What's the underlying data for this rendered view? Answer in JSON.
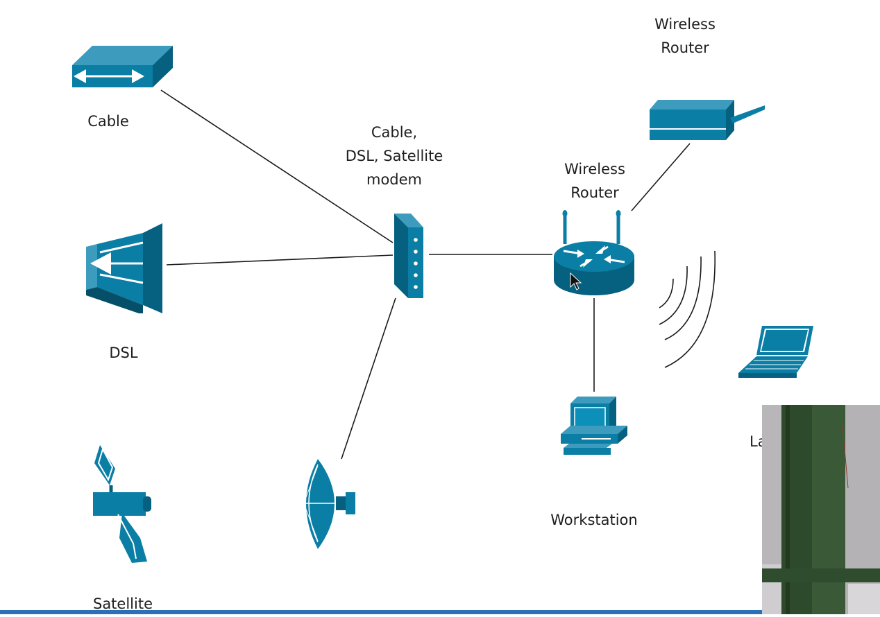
{
  "labels": {
    "cable": "Cable",
    "dsl": "DSL",
    "satellite": "Satellite",
    "modem": [
      "Cable,",
      "DSL, Satellite",
      "modem"
    ],
    "wireless_router_top": [
      "Wireless",
      "Router"
    ],
    "wireless_router_center": [
      "Wireless",
      "Router"
    ],
    "workstation": "Workstation",
    "laptop_partial": "La"
  },
  "colors": {
    "device": "#0a7ea5",
    "device_dark": "#06607f",
    "line": "#1a1a1a",
    "bottom_bar": "#2a6fb7"
  },
  "icons": {
    "cable": "cable-box-icon",
    "dsl": "dsl-splitter-icon",
    "satellite": "satellite-icon",
    "dish": "satellite-dish-icon",
    "modem": "modem-icon",
    "wireless_router_top": "access-point-icon",
    "wireless_router_center": "wireless-router-icon",
    "workstation": "workstation-icon",
    "laptop": "laptop-icon",
    "wireless_waves": "wireless-signal-icon"
  }
}
